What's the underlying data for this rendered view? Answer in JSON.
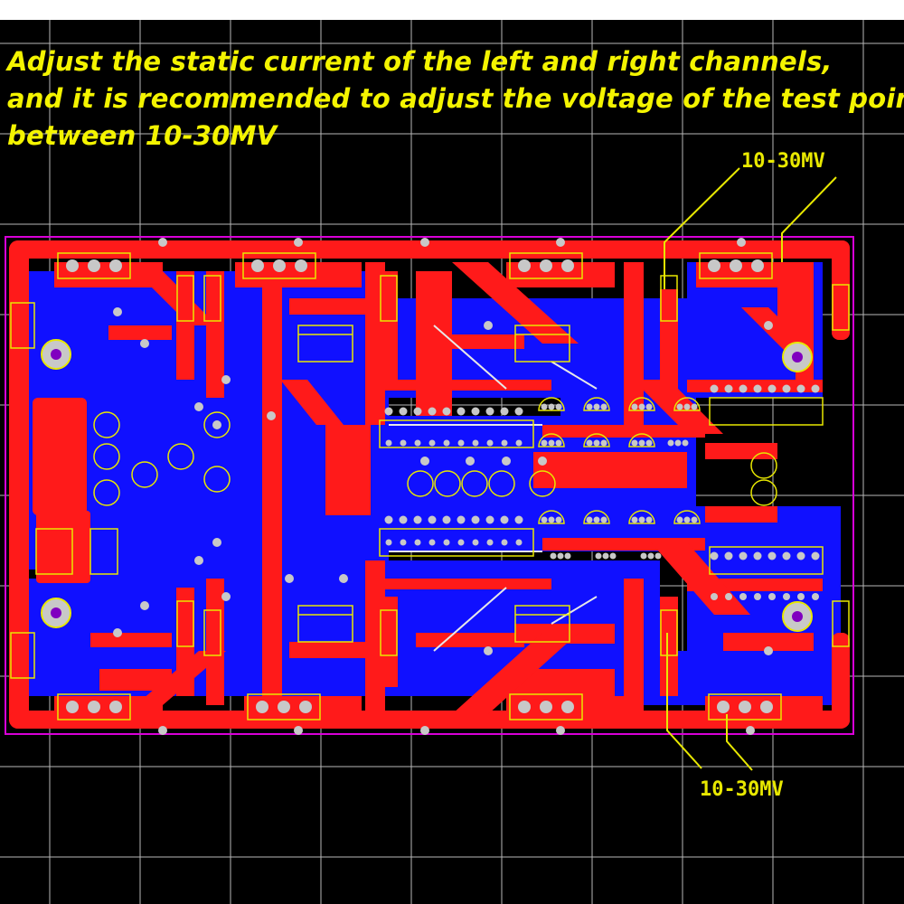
{
  "caption": {
    "line1": "Adjust the static current of the left  and right channels,",
    "line2": "and it is recommended to adjust the voltage of the test poin",
    "line3": "between 10-30MV"
  },
  "test_points": {
    "top_label": "10-30MV",
    "bottom_label": "10-30MV"
  },
  "colors": {
    "background": "#000000",
    "grid": "#ffffff",
    "top_copper": "#ff1a1a",
    "bottom_copper": "#1010ff",
    "silkscreen": "#e8e800",
    "pads": "#c8c8c8",
    "board_outline": "#d800d8",
    "caption_text": "#f4f400"
  }
}
